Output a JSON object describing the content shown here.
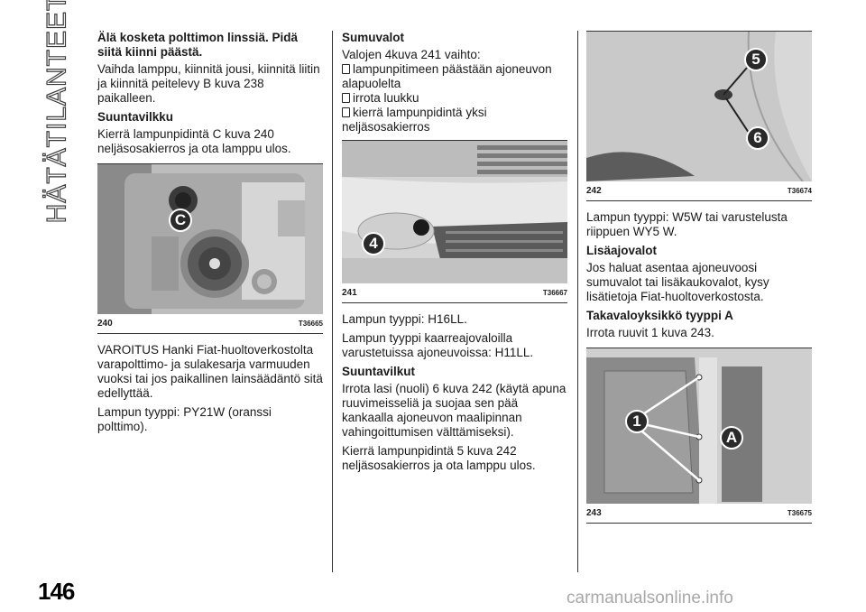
{
  "side_tab": "HÄTÄTILANTEET",
  "page_number": "146",
  "watermark": "carmanualsonline.info",
  "col1": {
    "p1_bold": "Älä kosketa polttimon linssiä. Pidä siitä kiinni päästä.",
    "p2": "Vaihda lamppu, kiinnitä jousi, kiinnitä liitin ja kiinnitä peitelevy B kuva 238 paikalleen.",
    "heading1": "Suuntavilkku",
    "p3": "Kierrä lampunpidintä C kuva 240 neljäsosakierros ja ota lamppu ulos.",
    "fig240": {
      "number": "240",
      "code": "T36665",
      "callout": "C"
    },
    "p4": "VAROITUS Hanki Fiat-huoltoverkostolta varapolttimo- ja sulakesarja varmuuden vuoksi tai jos paikallinen lainsäädäntö sitä edellyttää.",
    "p5": "Lampun tyyppi: PY21W (oranssi polttimo)."
  },
  "col2": {
    "heading1": "Sumuvalot",
    "intro": "Valojen 4kuva 241 vaihto:",
    "bullets": [
      "lampunpitimeen päästään ajoneuvon alapuolelta",
      "irrota luukku",
      "kierrä lampunpidintä yksi neljäsosakierros"
    ],
    "fig241": {
      "number": "241",
      "code": "T36667",
      "callout": "4"
    },
    "p1": "Lampun tyyppi: H16LL.",
    "p2": "Lampun tyyppi kaarreajovaloilla varustetuissa ajoneuvoissa: H11LL.",
    "heading2": "Suuntavilkut",
    "p3": "Irrota lasi (nuoli) 6 kuva 242 (käytä apuna ruuvimeisseliä ja suojaa sen pää kankaalla ajoneuvon maalipinnan vahingoittumisen välttämiseksi).",
    "p4": "Kierrä lampunpidintä 5 kuva 242 neljäsosakierros ja ota lamppu ulos."
  },
  "col3": {
    "fig242": {
      "number": "242",
      "code": "T36674",
      "callout_a": "5",
      "callout_b": "6"
    },
    "p1": "Lampun tyyppi: W5W tai varustelusta riippuen WY5 W.",
    "heading1": "Lisäajovalot",
    "p2": "Jos haluat asentaa ajoneuvoosi sumuvalot tai lisäkaukovalot, kysy lisätietoja Fiat-huoltoverkostosta.",
    "heading2": "Takavaloyksikkö tyyppi A",
    "p3": "Irrota ruuvit 1 kuva 243.",
    "fig243": {
      "number": "243",
      "code": "T36675",
      "callout_a": "1",
      "callout_b": "A"
    }
  }
}
